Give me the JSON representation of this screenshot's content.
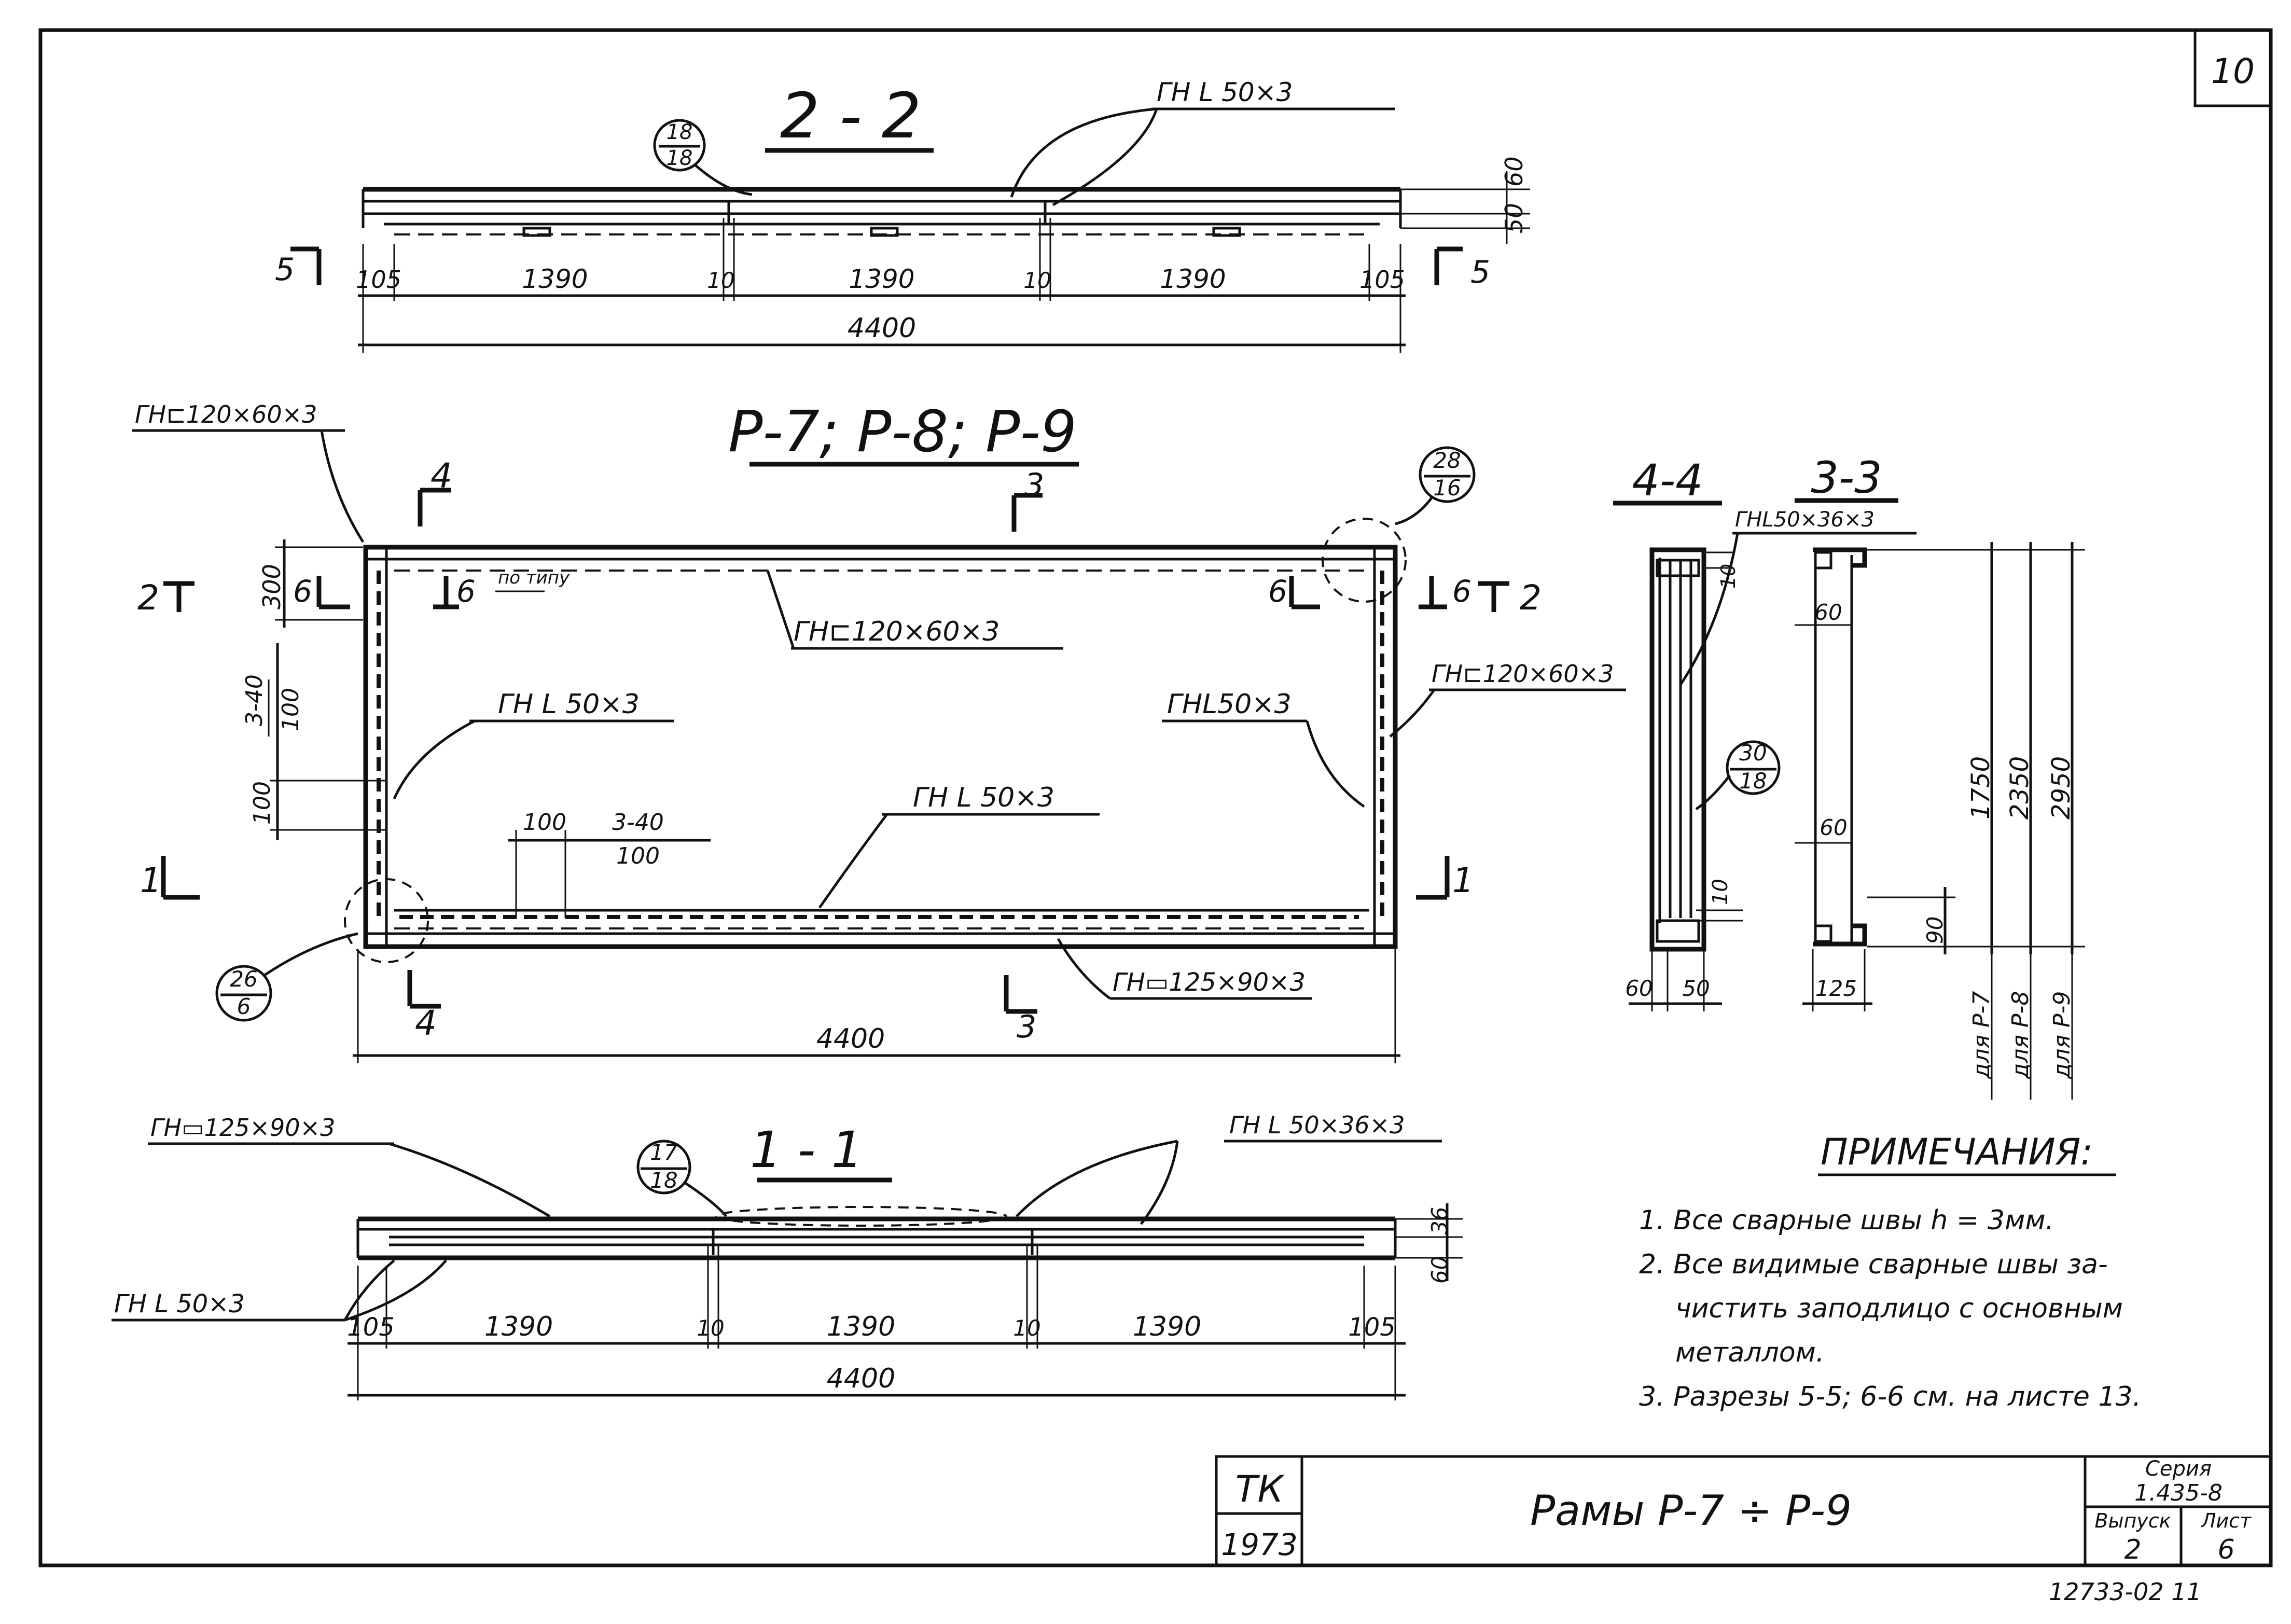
{
  "sheet": {
    "corner_number": "10",
    "archive_number": "12733-02 11"
  },
  "section_2_2": {
    "title": "2 - 2",
    "callout": {
      "num": "18",
      "den": "18"
    },
    "leader_label": "ГН L 50×3",
    "marker_left": "5",
    "marker_right": "5",
    "dims_height": [
      "60",
      "50"
    ],
    "dims_bottom": [
      "105",
      "1390",
      "10",
      "1390",
      "10",
      "1390",
      "105"
    ],
    "dim_total": "4400"
  },
  "elevation": {
    "title": "Р-7; Р-8; Р-9",
    "label_top_left": "ГН⊏120×60×3",
    "label_top": "ГН⊏120×60×3",
    "label_right": "ГН⊏120×60×3",
    "label_left_angle": "ГН L 50×3",
    "label_right_angle": "ГНL50×3",
    "label_bottom_angle": "ГН L 50×3",
    "label_bottom_chord": "ГН▭125×90×3",
    "callout_right": {
      "num": "28",
      "den": "16"
    },
    "callout_left": {
      "num": "26",
      "den": "6"
    },
    "sec4_top": "4",
    "sec4_bottom": "4",
    "sec3_top": "3",
    "sec3_bottom": "3",
    "sec2": "2",
    "sec2_right": "2",
    "sec1_left": "1",
    "sec1_right": "1",
    "sec6_left": "6",
    "sec6_right": "6",
    "sec6_inner": "6",
    "sec6_inner_right": "6",
    "sec6_note": "по типу",
    "dim_300": "300",
    "dim_spacing": "3-40",
    "dim_spacing_den": "100",
    "dim_100": "100",
    "dim_h_100": "100",
    "dim_h_spacing": "3-40",
    "dim_h_spacing_den": "100",
    "dim_total": "4400"
  },
  "section_4_4": {
    "title": "4-4",
    "callout": {
      "num": "30",
      "den": "18"
    },
    "dim_10_top": "10",
    "dim_10_bottom": "10",
    "dim_60": "60",
    "dim_50": "50"
  },
  "section_3_3": {
    "title": "3-3",
    "leader_label": "ГНL50×36×3",
    "dim_60_top": "60",
    "dim_60_mid": "60",
    "dim_90": "90",
    "dim_125": "125",
    "heights": [
      "1750",
      "2350",
      "2950"
    ],
    "height_labels": [
      "для Р-7",
      "для Р-8",
      "для Р-9"
    ]
  },
  "section_1_1": {
    "title": "1 - 1",
    "callout": {
      "num": "17",
      "den": "18"
    },
    "label_left_top": "ГН▭125×90×3",
    "label_right_top": "ГН L 50×36×3",
    "label_left_bottom": "ГН L 50×3",
    "dims_height": [
      "36",
      "60"
    ],
    "dims_bottom": [
      "105",
      "1390",
      "10",
      "1390",
      "10",
      "1390",
      "105"
    ],
    "dim_total": "4400"
  },
  "notes": {
    "heading": "ПРИМЕЧАНИЯ:",
    "lines": [
      "1. Все сварные швы  h = 3мм.",
      "2. Все видимые сварные швы за-",
      "чистить заподлицо с основным",
      "металлом.",
      "3. Разрезы 5-5; 6-6 см. на листе 13."
    ]
  },
  "title_block": {
    "org": "ТК",
    "year": "1973",
    "title": "Рамы   Р-7 ÷ Р-9",
    "series_label": "Серия",
    "series_value": "1.435-8",
    "issue_label": "Выпуск",
    "issue_value": "2",
    "sheet_label": "Лист",
    "sheet_value": "6"
  }
}
